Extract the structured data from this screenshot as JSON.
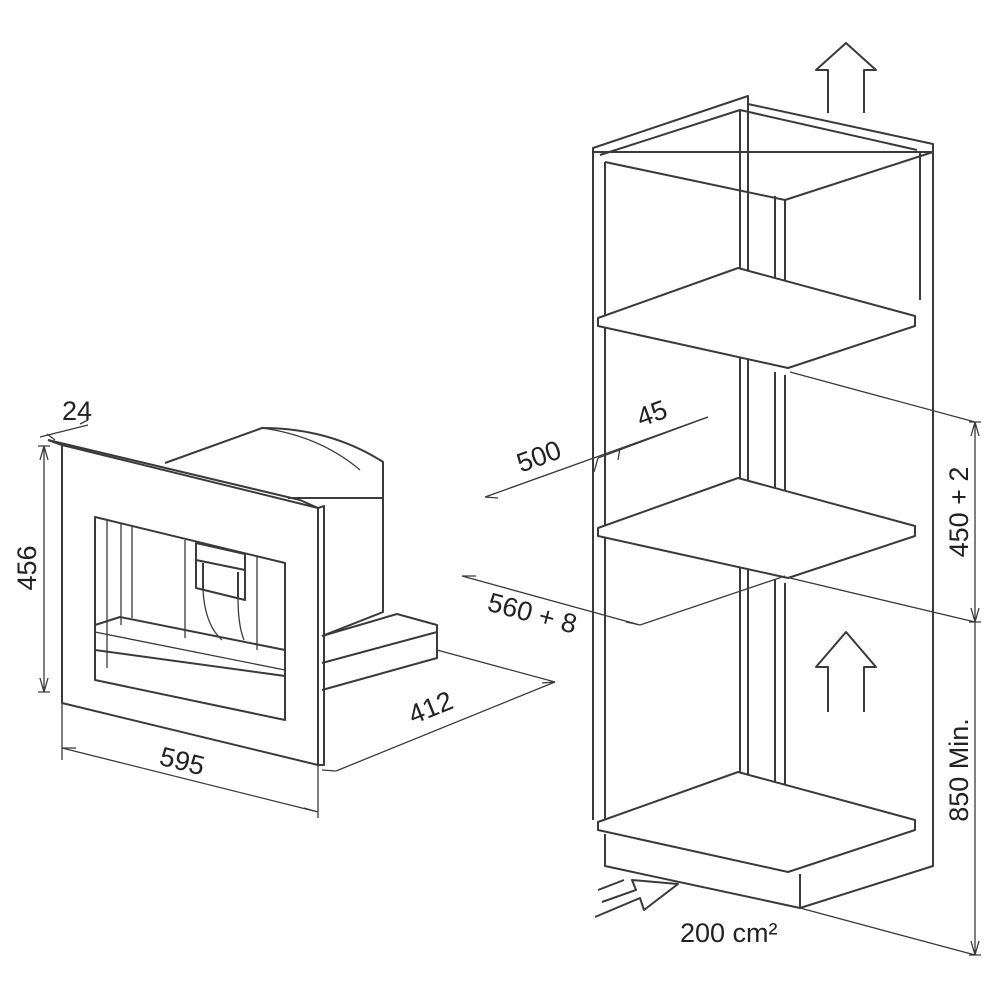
{
  "dimensions": {
    "appliance_depth_trim": "24",
    "appliance_height": "456",
    "appliance_width": "595",
    "appliance_depth": "412",
    "niche_depth": "500",
    "niche_offset": "45",
    "niche_width": "560 + 8",
    "niche_height": "450 + 2",
    "floor_height": "850 Min.",
    "ventilation_area": "200 cm²"
  },
  "colors": {
    "line": "#3a3a3a",
    "text": "#222222",
    "background": "#ffffff"
  },
  "icons": [
    "airflow-arrow-up-icon",
    "airflow-arrow-in-icon"
  ]
}
